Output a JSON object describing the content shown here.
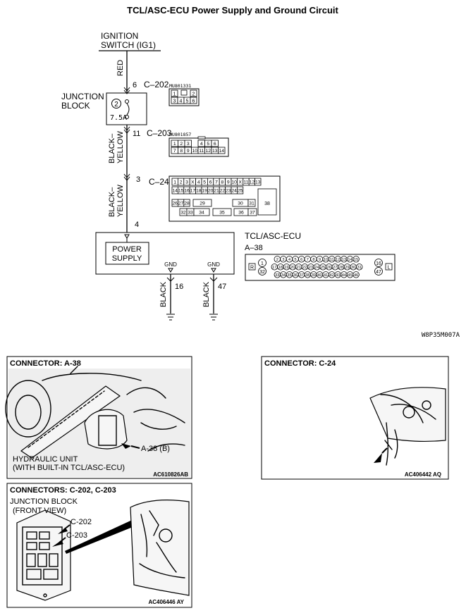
{
  "title": "TCL/ASC-ECU Power Supply and Ground Circuit",
  "ignition": {
    "line1": "IGNITION",
    "line2": "SWITCH (IG1)"
  },
  "wires": {
    "red": "RED",
    "black_yellow_a1": "BLACK–",
    "black_yellow_a2": "YELLOW",
    "black_yellow_b1": "BLACK–",
    "black_yellow_b2": "YELLOW",
    "black_16": "BLACK",
    "black_47": "BLACK"
  },
  "junction_block": {
    "line1": "JUNCTION",
    "line2": "BLOCK",
    "fuse_no": "2",
    "fuse_rating": "7.5A"
  },
  "pins": {
    "p6": "6",
    "p11": "11",
    "p3": "3",
    "p4": "4",
    "p16": "16",
    "p47": "47"
  },
  "connectors": {
    "c202": {
      "name": "C–202",
      "part": "MU801331",
      "cells": [
        "1",
        "2",
        "3",
        "4",
        "5",
        "6"
      ]
    },
    "c203": {
      "name": "C–203",
      "part": "MU801857",
      "row1": [
        "1",
        "2",
        "3",
        "",
        "4",
        "5",
        "6"
      ],
      "row2": [
        "7",
        "8",
        "9",
        "10",
        "11",
        "12",
        "13",
        "14"
      ]
    },
    "c24": {
      "name": "C–24",
      "row1": [
        "1",
        "2",
        "3",
        "X",
        "4",
        "5",
        "6",
        "7",
        "8",
        "9",
        "10",
        "X",
        "11",
        "12",
        "13"
      ],
      "row2": [
        "14",
        "15",
        "16",
        "17",
        "18",
        "19",
        "20",
        "21",
        "22",
        "23",
        "24",
        "25"
      ],
      "row3": [
        "26",
        "27",
        "28",
        "29",
        "30",
        "31"
      ],
      "row4": [
        "32",
        "33",
        "34",
        "35",
        "36",
        "37"
      ],
      "big": "38"
    },
    "a38": {
      "name": "A–38",
      "left": [
        "1",
        "32"
      ],
      "right": [
        "16",
        "47"
      ],
      "r_mark": "R",
      "l_mark": "L",
      "row1": [
        "2",
        "3",
        "4",
        "5",
        "6",
        "7",
        "8",
        "9",
        "10",
        "11",
        "12",
        "13",
        "14",
        "15"
      ],
      "row2": [
        "17",
        "18",
        "19",
        "20",
        "21",
        "22",
        "23",
        "24",
        "25",
        "26",
        "27",
        "28",
        "29",
        "30",
        "31"
      ],
      "row3": [
        "33",
        "34",
        "35",
        "36",
        "37",
        "38",
        "39",
        "40",
        "41",
        "42",
        "43",
        "44",
        "45",
        "46"
      ]
    }
  },
  "ecu": {
    "name": "TCL/ASC-ECU",
    "power_line1": "POWER",
    "power_line2": "SUPPLY",
    "gnd_a": "GND",
    "gnd_b": "GND"
  },
  "figure_code": "W8P35M007A",
  "panels": {
    "a38": {
      "header": "CONNECTOR: A-38",
      "callout": "A-38 (B)",
      "caption1": "HYDRAULIC UNIT",
      "caption2": "(WITH BUILT-IN TCL/ASC-ECU)",
      "code": "AC610826AB"
    },
    "c24": {
      "header": "CONNECTOR: C-24",
      "code": "AC406442 AQ"
    },
    "c202": {
      "header": "CONNECTORS: C-202, C-203",
      "sub1": "JUNCTION BLOCK",
      "sub2": "(FRONT VIEW)",
      "callout1": "C-202",
      "callout2": "C-203",
      "code": "AC406446 AY"
    }
  }
}
